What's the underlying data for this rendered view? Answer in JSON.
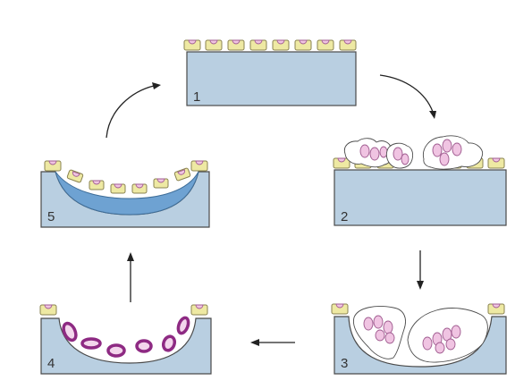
{
  "stages": [
    {
      "label": "1"
    },
    {
      "label": "2"
    },
    {
      "label": "3"
    },
    {
      "label": "4"
    },
    {
      "label": "5"
    }
  ],
  "colors": {
    "bone": "#b9cfe1",
    "new_bone": "#6ea2d2",
    "lining_cell": "#eee9a3",
    "nucleus": "#f0c4e2",
    "precursor": "#8e2a83"
  }
}
